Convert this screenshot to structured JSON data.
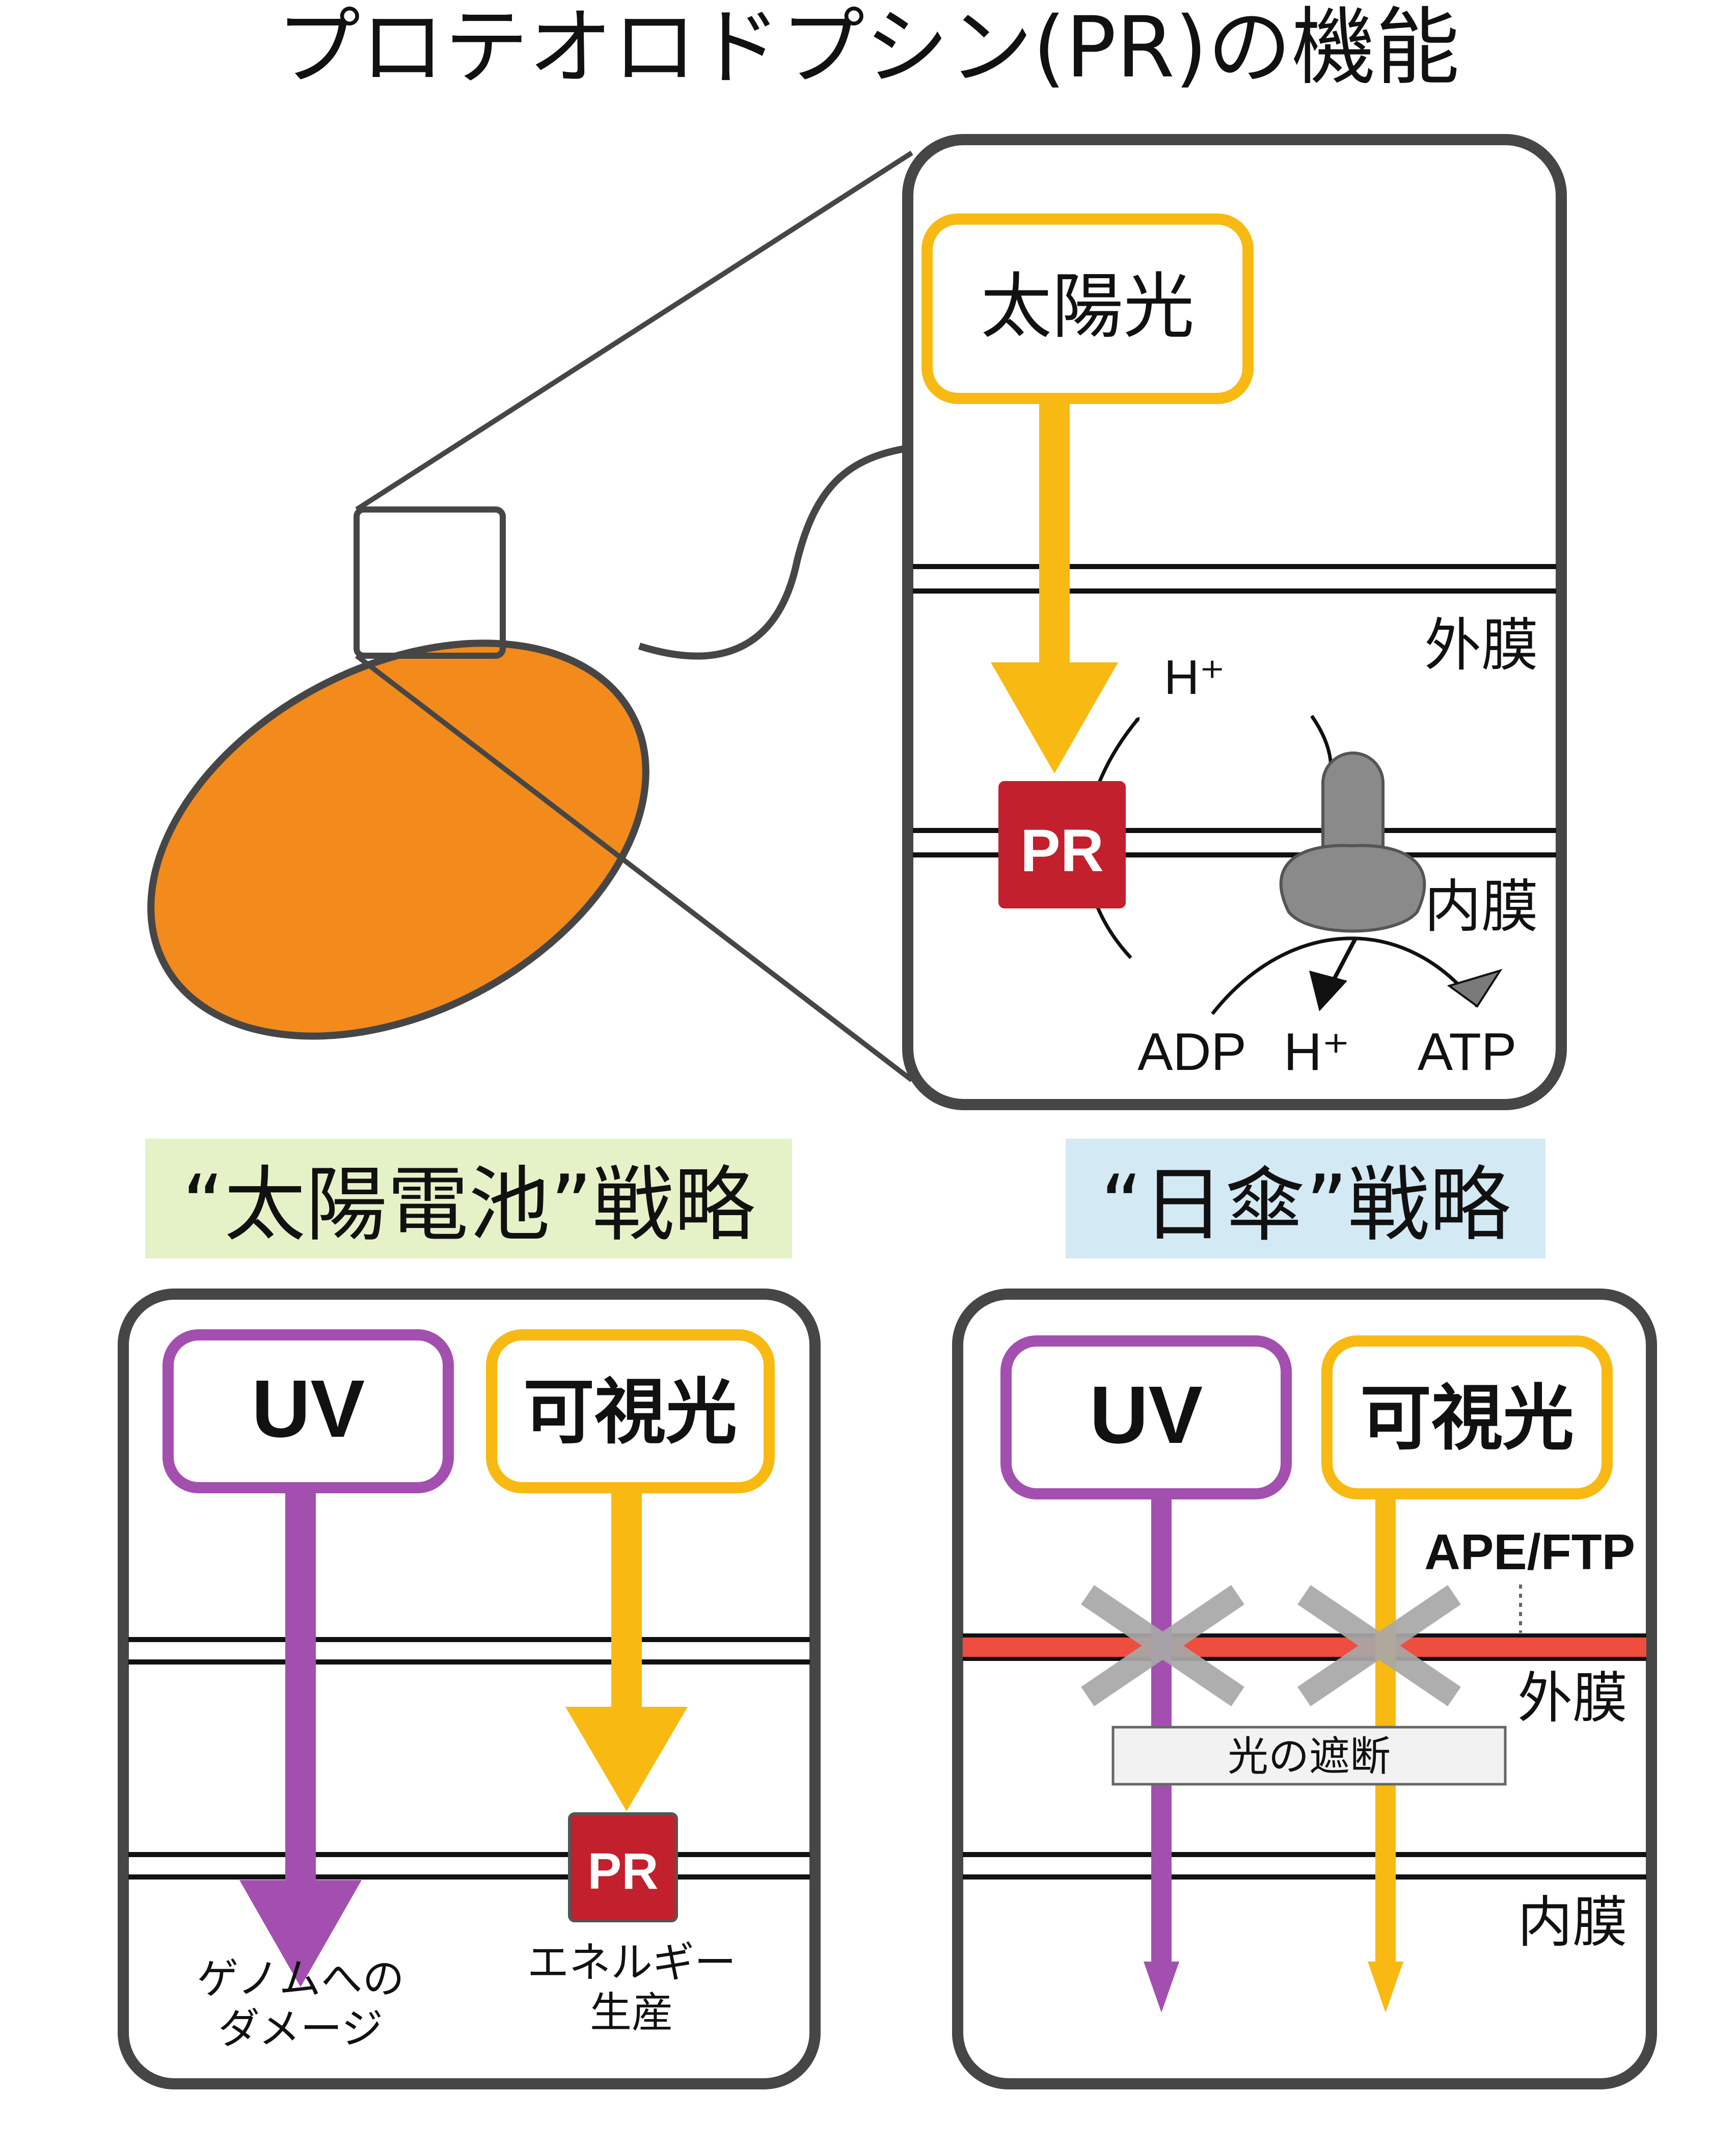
{
  "title": "プロテオロドプシン(PR)の機能",
  "top_panel": {
    "sunlight": "太陽光",
    "pr": "PR",
    "outer_membrane": "外膜",
    "inner_membrane": "内膜",
    "h_plus_top": "H⁺",
    "adp": "ADP",
    "h_plus_bottom": "H⁺",
    "atp": "ATP"
  },
  "solar_strategy": {
    "heading": "“太陽電池”戦略",
    "uv": "UV",
    "visible": "可視光",
    "pr": "PR",
    "genome_damage_line1": "ゲノムへの",
    "genome_damage_line2": "ダメージ",
    "energy_line1": "エネルギー",
    "energy_line2": "生産"
  },
  "parasol_strategy": {
    "heading": "“日傘”戦略",
    "uv": "UV",
    "visible": "可視光",
    "ape_ftp": "APE/FTP",
    "outer_membrane": "外膜",
    "inner_membrane": "内膜",
    "light_block": "光の遮断"
  },
  "colors": {
    "orange_cell": "#f28a1c",
    "yellow": "#f8b913",
    "purple": "#a34fb0",
    "pr_red": "#c2202c",
    "red_membrane": "#ee4e3f",
    "green_bg": "#e5f2c8",
    "blue_bg": "#d3e9f3",
    "gray_x": "#a8a8a8",
    "frame": "#464646"
  }
}
